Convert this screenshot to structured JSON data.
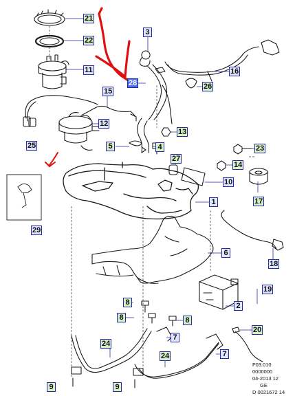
{
  "callouts": {
    "c1": "1",
    "c2": "2",
    "c3": "3",
    "c4": "4",
    "c5": "5",
    "c6": "6",
    "c7a": "7",
    "c7b": "7",
    "c8a": "8",
    "c8b": "8",
    "c8c": "8",
    "c9a": "9",
    "c9b": "9",
    "c10": "10",
    "c11": "11",
    "c12": "12",
    "c13": "13",
    "c14": "14",
    "c15": "15",
    "c16": "16",
    "c17": "17",
    "c18": "18",
    "c19": "19",
    "c20": "20",
    "c21": "21",
    "c22": "22",
    "c23": "23",
    "c24a": "24",
    "c24b": "24",
    "c25": "25",
    "c26": "26",
    "c27": "27",
    "c28": "28",
    "c29": "29"
  },
  "footer": {
    "line1": "F03.010",
    "line2": "0000000",
    "line3": "04-2013 12",
    "line4": "GE",
    "line5": "D 0021672 14"
  },
  "colors": {
    "outline": "#1a1a1a",
    "blue_label_fill": "#dfe6ff",
    "green_label_fill": "#d5efc9",
    "selected_label_fill": "#4d6df5",
    "label_border": "#2a2aa8",
    "annotation_red": "#e01010"
  }
}
